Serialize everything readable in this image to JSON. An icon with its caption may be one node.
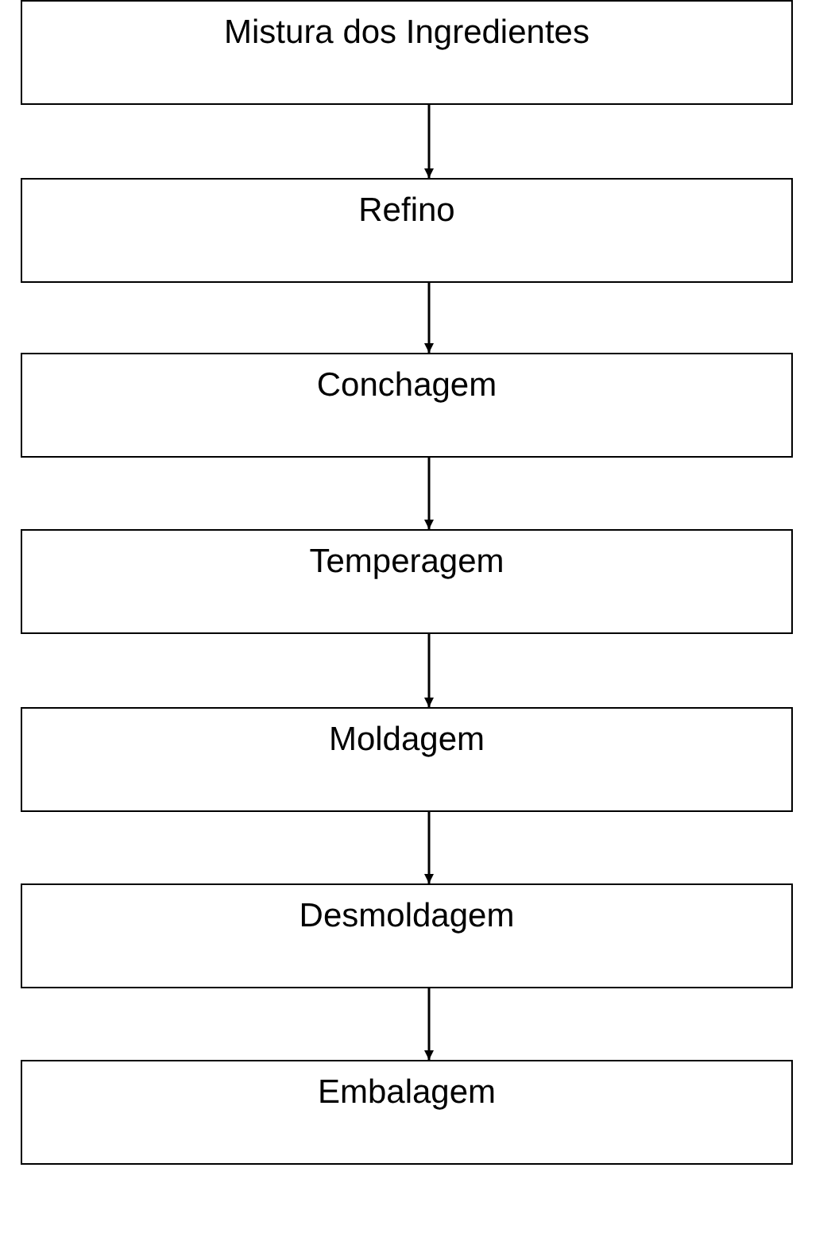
{
  "diagram": {
    "nodes": [
      {
        "text": [
          "Mistura dos Ingredientes"
        ]
      },
      {
        "text": [
          "Refino"
        ]
      },
      {
        "text": [
          "Conchagem"
        ]
      },
      {
        "text": [
          "Temperagem"
        ]
      },
      {
        "text": [
          "Moldagem"
        ]
      },
      {
        "text": [
          "Desmoldagem"
        ]
      },
      {
        "text": [
          "Embalagem"
        ]
      }
    ],
    "edges": [
      {
        "from": 0,
        "to": 1,
        "arrow": "to"
      },
      {
        "from": 1,
        "to": 2,
        "arrow": "to"
      },
      {
        "from": 2,
        "to": 3,
        "arrow": "to"
      },
      {
        "from": 3,
        "to": 4,
        "arrow": "to"
      },
      {
        "from": 4,
        "to": 5,
        "arrow": "to"
      },
      {
        "from": 5,
        "to": 6,
        "arrow": "to"
      }
    ]
  }
}
